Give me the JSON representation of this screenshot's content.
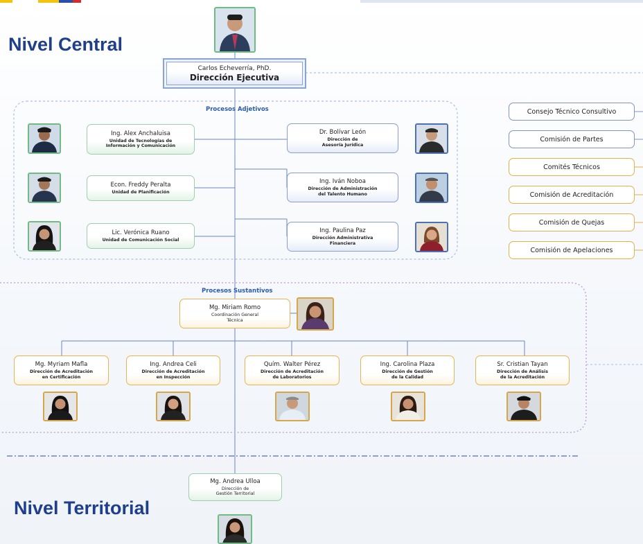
{
  "levels": {
    "central": "Nivel Central",
    "territorial": "Nivel Territorial"
  },
  "top": {
    "name": "Carlos Echeverría, PhD.",
    "role": "Dirección Ejecutiva"
  },
  "adjective": {
    "title": "Procesos Adjetivos",
    "left": [
      {
        "name": "Ing. Alex Anchaluisa",
        "unit": "Unidad de Tecnologías de\nInformación y Comunicación"
      },
      {
        "name": "Econ. Freddy Peralta",
        "unit": "Unidad de Planificación"
      },
      {
        "name": "Lic. Verónica Ruano",
        "unit": "Unidad de Comunicación Social"
      }
    ],
    "right": [
      {
        "name": "Dr. Bolívar León",
        "unit": "Dirección de\nAsesoría Jurídica"
      },
      {
        "name": "Ing. Iván Noboa",
        "unit": "Dirección de Administración\ndel Talento Humano"
      },
      {
        "name": "Ing. Paulina Paz",
        "unit": "Dirección Administrativa\nFinanciera"
      }
    ]
  },
  "committees": [
    {
      "label": "Consejo Técnico Consultivo",
      "color": "blue"
    },
    {
      "label": "Comisión de Partes",
      "color": "blue"
    },
    {
      "label": "Comités Técnicos",
      "color": "gold"
    },
    {
      "label": "Comisión de Acreditación",
      "color": "gold"
    },
    {
      "label": "Comisión de Quejas",
      "color": "gold"
    },
    {
      "label": "Comisión de Apelaciones",
      "color": "gold"
    }
  ],
  "substantive": {
    "title": "Procesos Sustantivos",
    "coordinator": {
      "name": "Mg. Miriam Romo",
      "unit": "Coordinación General\nTécnica"
    },
    "directors": [
      {
        "name": "Mg. Myriam Mafla",
        "unit": "Dirección de Acreditación\nen Certificación"
      },
      {
        "name": "Ing. Andrea Celi",
        "unit": "Dirección de Acreditación\nen Inspección"
      },
      {
        "name": "Quím. Walter Pérez",
        "unit": "Dirección de Acreditación\nde Laboratorios"
      },
      {
        "name": "Ing. Carolina Plaza",
        "unit": "Dirección de Gestión\nde la Calidad"
      },
      {
        "name": "Sr. Cristian Tayan",
        "unit": "Dirección de Análisis\nde la Acreditación"
      }
    ]
  },
  "territorial": {
    "name": "Mg. Andrea Ulloa",
    "unit": "Dirección de\nGestión Territorial"
  },
  "colors": {
    "navy": "#1f3f8a",
    "blue": "#4b6fb8",
    "green": "#6fbb83",
    "gold": "#e2b14c"
  }
}
